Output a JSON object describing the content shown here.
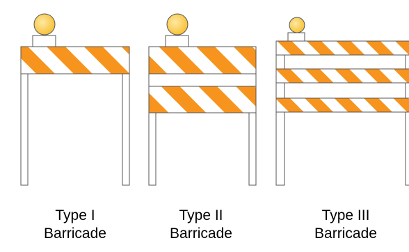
{
  "colors": {
    "stripe_orange": "#f7941d",
    "stripe_white": "#ffffff",
    "lamp_yellow": "#fdd15a",
    "outline": "#555555",
    "post_fill": "#ffffff"
  },
  "barricades": [
    {
      "type": "Type I",
      "line1": "Type I",
      "line2": "Barricade",
      "rails": 1
    },
    {
      "type": "Type II",
      "line1": "Type II",
      "line2": "Barricade",
      "rails": 2
    },
    {
      "type": "Type III",
      "line1": "Type III",
      "line2": "Barricade",
      "rails": 3
    }
  ]
}
